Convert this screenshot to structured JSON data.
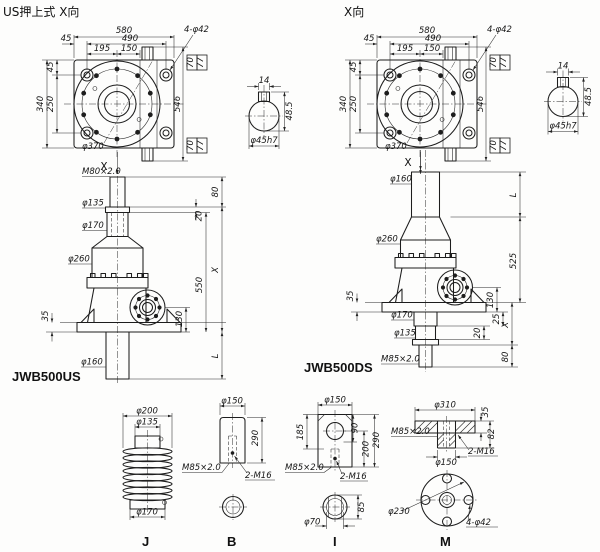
{
  "header": {
    "us_label": "US押上式  X向",
    "ds_label": "X向"
  },
  "top_us": {
    "d580": "580",
    "d490": "490",
    "d45w": "45",
    "d195": "195",
    "d150": "150",
    "holes": "4-φ42",
    "d45h": "45",
    "d250": "250",
    "d340": "340",
    "d546": "546",
    "bolt_circle": "φ370",
    "tab_top_a": "70",
    "tab_top_b": "77",
    "tab_bot_a": "70",
    "tab_bot_b": "77",
    "axis": "X"
  },
  "shaft_us": {
    "w": "14",
    "h": "48.5",
    "dia": "φ45h7"
  },
  "top_ds": {
    "d580": "580",
    "d490": "490",
    "d45w": "45",
    "d195": "195",
    "d150": "150",
    "holes": "4-φ42",
    "d45h": "45",
    "d250": "250",
    "d340": "340",
    "d546": "546",
    "bolt_circle": "φ370",
    "tab_top_a": "70",
    "tab_top_b": "77",
    "tab_bot_a": "70",
    "tab_bot_b": "77",
    "axis": "X"
  },
  "shaft_ds": {
    "w": "14",
    "h": "48.5",
    "dia": "φ45h7"
  },
  "elev_us": {
    "model": "JWB500US",
    "thread": "M80×2.0",
    "f135": "φ135",
    "t170": "φ170",
    "b260": "φ260",
    "s160": "φ160",
    "d80": "80",
    "d20": "20",
    "d550": "550",
    "dx": "X",
    "d130": "130",
    "dl": "L",
    "d35": "35"
  },
  "elev_ds": {
    "model": "JWB500DS",
    "axis": "X",
    "s160": "φ160",
    "b260": "φ260",
    "t170": "φ170",
    "f135": "φ135",
    "thread": "M85×2.0",
    "dl": "L",
    "d525": "525",
    "d130": "130",
    "d25": "25",
    "dx": "X",
    "d20": "20",
    "d80": "80",
    "d35": "35"
  },
  "part_j": {
    "label": "J",
    "d200": "φ200",
    "d135": "φ135",
    "d170": "φ170"
  },
  "part_b": {
    "label": "B",
    "d150": "φ150",
    "d290": "290",
    "thread": "M85×2.0",
    "tap": "2-M16"
  },
  "part_i": {
    "label": "I",
    "d150": "φ150",
    "d185": "185",
    "d90": "90",
    "d200": "200",
    "d290": "290",
    "thread": "M85×2.0",
    "tap": "2-M16",
    "d70": "φ70",
    "d85": "85"
  },
  "part_m": {
    "label": "M",
    "d310": "φ310",
    "d35": "35",
    "d82": "82",
    "thread": "M85×2.0",
    "d150": "φ150",
    "tap": "2-M16",
    "bolt_circle": "φ230",
    "holes": "4-φ42"
  }
}
